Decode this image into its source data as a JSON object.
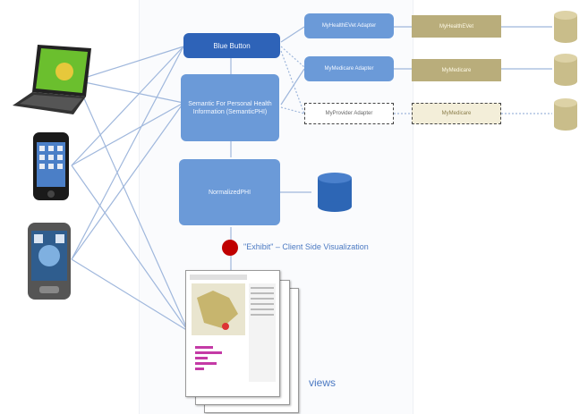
{
  "blue_button": {
    "label": "Blue Button"
  },
  "semantic_box": {
    "label": "Semantic For Personal Health Information (SemanticPHI)"
  },
  "normalized_box": {
    "label": "NormalizedPHI"
  },
  "adapters": [
    {
      "label": "MyHealthEVet Adapter"
    },
    {
      "label": "MyMedicare Adapter"
    },
    {
      "label": "MyProvider Adapter"
    }
  ],
  "sources": [
    {
      "label": "MyHealthEVet"
    },
    {
      "label": "MyMedicare"
    },
    {
      "label": "MyMedicare"
    }
  ],
  "exhibit_label": "\"Exhibit\" – Client Side Visualization",
  "views_label": "views",
  "colors": {
    "blue_box": "#6b9ad8",
    "tan_box": "#b9ad7b",
    "db_blue": "#2d66b5",
    "exhibit_red": "#c00000",
    "arrow": "#9fb7dc"
  }
}
